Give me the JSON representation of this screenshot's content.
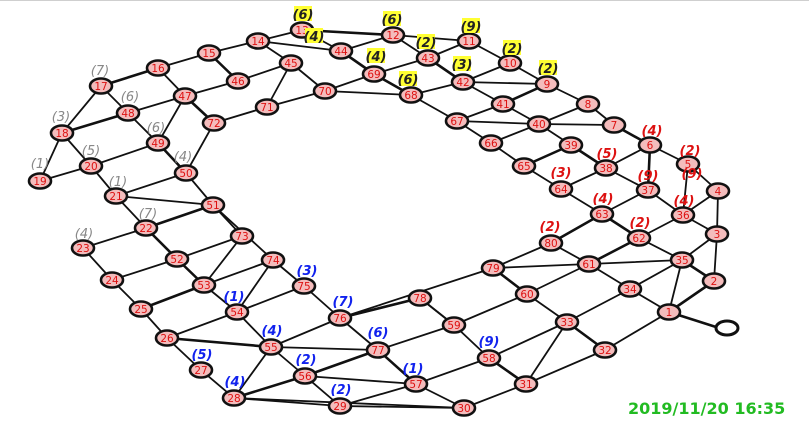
{
  "timestamp": "2019/11/20 16:35",
  "colors": {
    "node_fill": "#f4bcbc",
    "node_stroke": "#111111",
    "node_label": "#dd1111",
    "edge": "#111111",
    "hint_gray": "#888888",
    "hint_red": "#dd1111",
    "hint_blue": "#1122ee",
    "hint_yellow_bg": "#ffff33",
    "hint_yellow_text": "#222222",
    "timestamp": "#22bb22"
  },
  "nodes": [
    {
      "id": "1"
    },
    {
      "id": "2"
    },
    {
      "id": "3"
    },
    {
      "id": "4"
    },
    {
      "id": "5"
    },
    {
      "id": "6"
    },
    {
      "id": "7"
    },
    {
      "id": "8"
    },
    {
      "id": "9"
    },
    {
      "id": "10"
    },
    {
      "id": "11"
    },
    {
      "id": "12"
    },
    {
      "id": "13"
    },
    {
      "id": "14"
    },
    {
      "id": "15"
    },
    {
      "id": "16"
    },
    {
      "id": "17"
    },
    {
      "id": "18"
    },
    {
      "id": "19"
    },
    {
      "id": "20"
    },
    {
      "id": "21"
    },
    {
      "id": "22"
    },
    {
      "id": "23"
    },
    {
      "id": "24"
    },
    {
      "id": "25"
    },
    {
      "id": "26"
    },
    {
      "id": "27"
    },
    {
      "id": "28"
    },
    {
      "id": "29"
    },
    {
      "id": "30"
    },
    {
      "id": "31"
    },
    {
      "id": "32"
    },
    {
      "id": "33"
    },
    {
      "id": "34"
    },
    {
      "id": "35"
    },
    {
      "id": "36"
    },
    {
      "id": "37"
    },
    {
      "id": "38"
    },
    {
      "id": "39"
    },
    {
      "id": "40"
    },
    {
      "id": "41"
    },
    {
      "id": "42"
    },
    {
      "id": "43"
    },
    {
      "id": "44"
    },
    {
      "id": "45"
    },
    {
      "id": "46"
    },
    {
      "id": "47"
    },
    {
      "id": "48"
    },
    {
      "id": "49"
    },
    {
      "id": "50"
    },
    {
      "id": "51"
    },
    {
      "id": "52"
    },
    {
      "id": "53"
    },
    {
      "id": "54"
    },
    {
      "id": "55"
    },
    {
      "id": "56"
    },
    {
      "id": "57"
    },
    {
      "id": "58"
    },
    {
      "id": "59"
    },
    {
      "id": "60"
    },
    {
      "id": "61"
    },
    {
      "id": "62"
    },
    {
      "id": "63"
    },
    {
      "id": "64"
    },
    {
      "id": "65"
    },
    {
      "id": "66"
    },
    {
      "id": "67"
    },
    {
      "id": "68"
    },
    {
      "id": "69"
    },
    {
      "id": "70"
    },
    {
      "id": "71"
    },
    {
      "id": "72"
    },
    {
      "id": "73"
    },
    {
      "id": "74"
    },
    {
      "id": "75"
    },
    {
      "id": "76"
    },
    {
      "id": "77"
    },
    {
      "id": "78"
    },
    {
      "id": "79"
    },
    {
      "id": "80"
    }
  ],
  "hints": [
    {
      "text": "(6)",
      "style": "yellow"
    },
    {
      "text": "(6)",
      "style": "yellow"
    },
    {
      "text": "(9)",
      "style": "yellow"
    },
    {
      "text": "(4)",
      "style": "yellow"
    },
    {
      "text": "(2)",
      "style": "yellow"
    },
    {
      "text": "(2)",
      "style": "yellow"
    },
    {
      "text": "(4)",
      "style": "yellow"
    },
    {
      "text": "(3)",
      "style": "yellow"
    },
    {
      "text": "(2)",
      "style": "yellow"
    },
    {
      "text": "(6)",
      "style": "yellow"
    },
    {
      "text": "(7)",
      "style": "gray"
    },
    {
      "text": "(6)",
      "style": "gray"
    },
    {
      "text": "(3)",
      "style": "gray"
    },
    {
      "text": "(6)",
      "style": "gray"
    },
    {
      "text": "(5)",
      "style": "gray"
    },
    {
      "text": "(4)",
      "style": "gray"
    },
    {
      "text": "(1)",
      "style": "gray"
    },
    {
      "text": "(1)",
      "style": "gray"
    },
    {
      "text": "(7)",
      "style": "gray"
    },
    {
      "text": "(4)",
      "style": "gray"
    },
    {
      "text": "(4)",
      "style": "red"
    },
    {
      "text": "(5)",
      "style": "red"
    },
    {
      "text": "(2)",
      "style": "red"
    },
    {
      "text": "(3)",
      "style": "red"
    },
    {
      "text": "(9)",
      "style": "red"
    },
    {
      "text": "(9)",
      "style": "red"
    },
    {
      "text": "(4)",
      "style": "red"
    },
    {
      "text": "(4)",
      "style": "red"
    },
    {
      "text": "(2)",
      "style": "red"
    },
    {
      "text": "(2)",
      "style": "red"
    },
    {
      "text": "(3)",
      "style": "blue"
    },
    {
      "text": "(1)",
      "style": "blue"
    },
    {
      "text": "(7)",
      "style": "blue"
    },
    {
      "text": "(4)",
      "style": "blue"
    },
    {
      "text": "(6)",
      "style": "blue"
    },
    {
      "text": "(9)",
      "style": "blue"
    },
    {
      "text": "(5)",
      "style": "blue"
    },
    {
      "text": "(2)",
      "style": "blue"
    },
    {
      "text": "(1)",
      "style": "blue"
    },
    {
      "text": "(4)",
      "style": "blue"
    },
    {
      "text": "(2)",
      "style": "blue"
    }
  ]
}
